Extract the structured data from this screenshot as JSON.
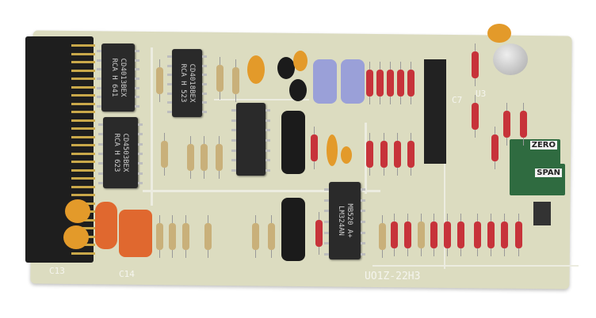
{
  "ics": [
    {
      "lines": [
        "CD4013BEX",
        "RCA H 641"
      ]
    },
    {
      "lines": [
        "CD4018BEX",
        "RCA H 523"
      ]
    },
    {
      "lines": [
        "CD4503BEX",
        "RCA H 623"
      ]
    },
    {
      "lines": [
        "MB520 A+",
        "LM324AN"
      ]
    }
  ],
  "trimpots": {
    "zero": "ZERO",
    "span": "SPAN"
  },
  "silkscreen": {
    "part_number": "UO1Z-22H3",
    "c13": "C13",
    "c14": "C14",
    "u3": "U3",
    "c7": "C7"
  },
  "colors": {
    "board": "#dcdcc0",
    "resistor": "#c7333a",
    "ic": "#2a2a2a",
    "trimpot": "#2f6b40",
    "capacitor_blue": "#9aa0d8"
  }
}
